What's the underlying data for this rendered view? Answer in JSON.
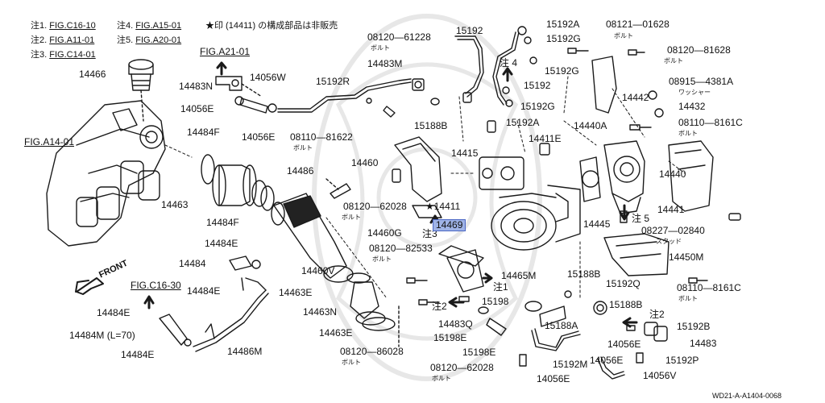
{
  "notes": [
    {
      "mark": "注1.",
      "ref": "FIG.C16-10"
    },
    {
      "mark": "注2.",
      "ref": "FIG.A11-01"
    },
    {
      "mark": "注3.",
      "ref": "FIG.C14-01"
    },
    {
      "mark": "注4.",
      "ref": "FIG.A15-01"
    },
    {
      "mark": "注5.",
      "ref": "FIG.A20-01"
    }
  ],
  "legend_note": "★印 (14411) の構成部品は非販売",
  "figure_id": "WD21-A-A1404-0068",
  "front_label": "FRONT",
  "highlighted_part": "14469",
  "labels": [
    {
      "id": "p14466",
      "text": "14466"
    },
    {
      "id": "figA21",
      "text": "FIG.A21-01"
    },
    {
      "id": "p14483N",
      "text": "14483N"
    },
    {
      "id": "p14056W",
      "text": "14056W"
    },
    {
      "id": "p15192R",
      "text": "15192R"
    },
    {
      "id": "p14056E_a",
      "text": "14056E"
    },
    {
      "id": "p14056E_b",
      "text": "14056E"
    },
    {
      "id": "p08110_81622",
      "text": "08110—81622"
    },
    {
      "id": "bolt_a",
      "text": "ボルト"
    },
    {
      "id": "figA14",
      "text": "FIG.A14-01"
    },
    {
      "id": "p14484F_a",
      "text": "14484F"
    },
    {
      "id": "p14463",
      "text": "14463"
    },
    {
      "id": "p14484F_b",
      "text": "14484F"
    },
    {
      "id": "p14484E_a",
      "text": "14484E"
    },
    {
      "id": "p14484",
      "text": "14484"
    },
    {
      "id": "p14484E_b",
      "text": "14484E"
    },
    {
      "id": "figC16_30",
      "text": "FIG.C16-30"
    },
    {
      "id": "p14484E_c",
      "text": "14484E"
    },
    {
      "id": "p14484M",
      "text": "14484M (L=70)"
    },
    {
      "id": "p14484E_d",
      "text": "14484E"
    },
    {
      "id": "p14486M",
      "text": "14486M"
    },
    {
      "id": "p14486",
      "text": "14486"
    },
    {
      "id": "p14460V",
      "text": "14460V"
    },
    {
      "id": "p14463E_a",
      "text": "14463E"
    },
    {
      "id": "p14463N",
      "text": "14463N"
    },
    {
      "id": "p14463E_b",
      "text": "14463E"
    },
    {
      "id": "p08120_86028",
      "text": "08120—86028"
    },
    {
      "id": "bolt_b",
      "text": "ボルト"
    },
    {
      "id": "p08120_61228",
      "text": "08120—61228"
    },
    {
      "id": "bolt_c",
      "text": "ボルト"
    },
    {
      "id": "p14483M",
      "text": "14483M"
    },
    {
      "id": "p15192",
      "text": "15192"
    },
    {
      "id": "p15188B_a",
      "text": "15188B"
    },
    {
      "id": "p14460",
      "text": "14460"
    },
    {
      "id": "p14460G",
      "text": "14460G"
    },
    {
      "id": "p08120_62028_a",
      "text": "08120—62028"
    },
    {
      "id": "bolt_d",
      "text": "ボルト"
    },
    {
      "id": "p14411",
      "text": "★14411"
    },
    {
      "id": "note3_a",
      "text": "注3"
    },
    {
      "id": "p08120_82533",
      "text": "08120—82533"
    },
    {
      "id": "bolt_e",
      "text": "ボルト"
    },
    {
      "id": "p14465M",
      "text": "14465M"
    },
    {
      "id": "note1_a",
      "text": "注1"
    },
    {
      "id": "note2_a",
      "text": "注2"
    },
    {
      "id": "p15198",
      "text": "15198"
    },
    {
      "id": "p14483Q",
      "text": "14483Q"
    },
    {
      "id": "p15198E_a",
      "text": "15198E"
    },
    {
      "id": "p15198E_b",
      "text": "15198E"
    },
    {
      "id": "p08120_62028_b",
      "text": "08120—62028"
    },
    {
      "id": "bolt_f",
      "text": "ボルト"
    },
    {
      "id": "p15188A",
      "text": "15188A"
    },
    {
      "id": "p15192M",
      "text": "15192M"
    },
    {
      "id": "p14056E_c",
      "text": "14056E"
    },
    {
      "id": "p15192A_a",
      "text": "15192A"
    },
    {
      "id": "p15192G_a",
      "text": "15192G"
    },
    {
      "id": "note4",
      "text": "注 4"
    },
    {
      "id": "p15192G_b",
      "text": "15192G"
    },
    {
      "id": "p15192_b",
      "text": "15192"
    },
    {
      "id": "p15192G_c",
      "text": "15192G"
    },
    {
      "id": "p15192A_b",
      "text": "15192A"
    },
    {
      "id": "p14415",
      "text": "14415"
    },
    {
      "id": "p14411E",
      "text": "14411E"
    },
    {
      "id": "p14440A",
      "text": "14440A"
    },
    {
      "id": "p08121_01628",
      "text": "08121—01628"
    },
    {
      "id": "bolt_g",
      "text": "ボルト"
    },
    {
      "id": "p08120_81628",
      "text": "08120—81628"
    },
    {
      "id": "bolt_h",
      "text": "ボルト"
    },
    {
      "id": "p14442",
      "text": "14442"
    },
    {
      "id": "p08915_4381A",
      "text": "08915—4381A"
    },
    {
      "id": "washer",
      "text": "ワッシャー"
    },
    {
      "id": "p14432",
      "text": "14432"
    },
    {
      "id": "p08110_8161C_a",
      "text": "08110—8161C"
    },
    {
      "id": "bolt_i",
      "text": "ボルト"
    },
    {
      "id": "p14440",
      "text": "14440"
    },
    {
      "id": "p14441",
      "text": "14441"
    },
    {
      "id": "p14445",
      "text": "14445"
    },
    {
      "id": "note5",
      "text": "注 5"
    },
    {
      "id": "p08227_02840",
      "text": "08227—02840"
    },
    {
      "id": "stud",
      "text": "スタッド"
    },
    {
      "id": "p14450M",
      "text": "14450M"
    },
    {
      "id": "p15188B_b",
      "text": "15188B"
    },
    {
      "id": "p15192Q",
      "text": "15192Q"
    },
    {
      "id": "p08110_8161C_b",
      "text": "08110—8161C"
    },
    {
      "id": "bolt_j",
      "text": "ボルト"
    },
    {
      "id": "p15188B_c",
      "text": "15188B"
    },
    {
      "id": "note2_b",
      "text": "注2"
    },
    {
      "id": "p15192B",
      "text": "15192B"
    },
    {
      "id": "p14483",
      "text": "14483"
    },
    {
      "id": "p14056E_d",
      "text": "14056E"
    },
    {
      "id": "p15192P",
      "text": "15192P"
    },
    {
      "id": "p14056E_e",
      "text": "14056E"
    },
    {
      "id": "p14056V",
      "text": "14056V"
    }
  ],
  "colors": {
    "line": "#1a1a1a",
    "highlight": "#9fb3e6",
    "highlight_border": "#4a66c4"
  }
}
